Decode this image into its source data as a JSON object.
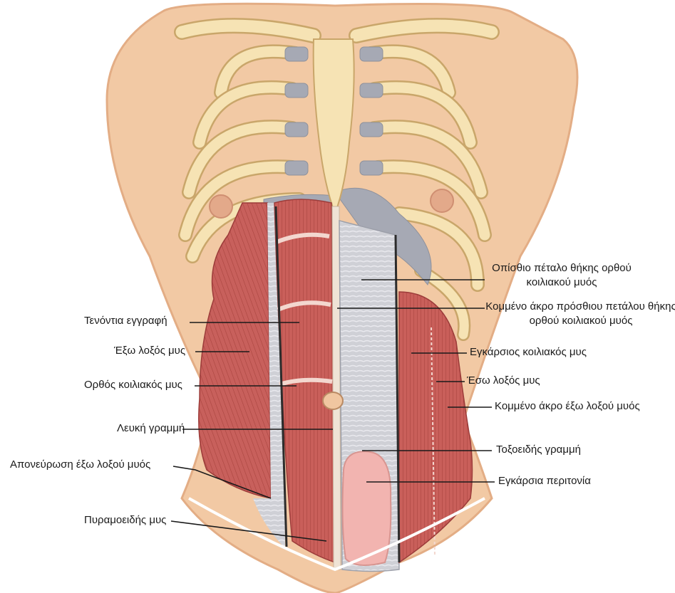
{
  "labels": {
    "posterior_sheath": "Οπίσθιο πέταλο θήκης ορθού κοιλιακού μυός",
    "tendinous_intersection": "Τενόντια εγγραφή",
    "cut_anterior_sheath": "Κομμένο άκρο πρόσθιου πετάλου θήκης ορθού κοιλιακού μυός",
    "external_oblique": "Έξω λοξός μυς",
    "transversus_abdominis": "Εγκάρσιος κοιλιακός μυς",
    "internal_oblique": "Έσω λοξός μυς",
    "rectus_abdominis": "Ορθός κοιλιακός μυς",
    "cut_external_oblique": "Κομμένο άκρο έξω λοξού μυός",
    "linea_alba": "Λευκή γραμμή",
    "arcuate_line": "Τοξοειδής γραμμή",
    "external_oblique_aponeurosis": "Απονεύρωση έξω λοξού μυός",
    "transversalis_fascia": "Εγκάρσια περιτονία",
    "pyramidalis": "Πυραμοειδής μυς"
  },
  "colors": {
    "skin": "#f2c9a4",
    "skin_shade": "#e3ad85",
    "bone": "#f6e3b4",
    "bone_edge": "#c9a66a",
    "cartilage": "#a6a9b4",
    "muscle": "#c8605c",
    "muscle_dark": "#9c3c3a",
    "fascia": "#cfd0d6",
    "peritoneum": "#f2b4b0",
    "line": "#1a1a1a"
  }
}
